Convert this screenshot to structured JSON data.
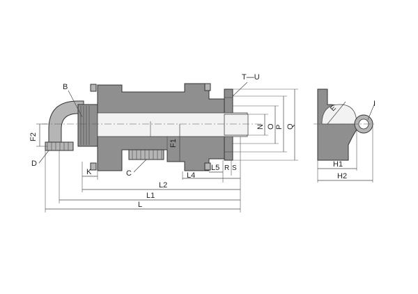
{
  "labels": {
    "B": "B",
    "C": "C",
    "D": "D",
    "E": "E",
    "F1": "F1",
    "F2": "F2",
    "H1": "H1",
    "H2": "H2",
    "I": "I",
    "K": "K",
    "L": "L",
    "L1": "L1",
    "L2": "L2",
    "L4": "L4",
    "L5": "L5",
    "N": "N",
    "O": "O",
    "P": "P",
    "Q": "Q",
    "R": "R",
    "S": "S",
    "TU": "T—U"
  }
}
